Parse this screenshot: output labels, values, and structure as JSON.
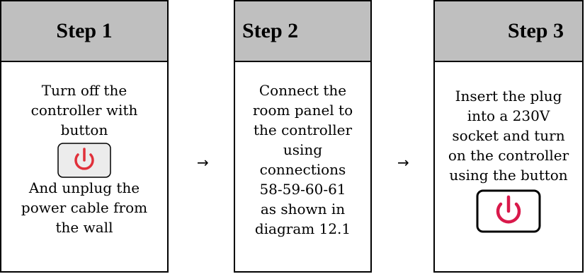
{
  "steps": [
    {
      "title": "Step 1",
      "lines_top": [
        "Turn off the",
        "controller with",
        "button"
      ],
      "lines_bottom": [
        "And unplug the",
        "power cable from",
        "the wall"
      ]
    },
    {
      "title": "Step 2",
      "lines": [
        "Connect the",
        "room panel to",
        "the controller",
        "using",
        "connections",
        "58-59-60-61",
        "as shown in",
        "diagram 12.1"
      ]
    },
    {
      "title": "Step 3",
      "lines": [
        "Insert the plug",
        "into a 230V",
        "socket and turn",
        "on the controller",
        "using the button"
      ]
    }
  ],
  "arrows": [
    "→",
    "→"
  ],
  "colors": {
    "header_bg": "#bfbfbf",
    "power_icon_red": "#e0303a",
    "power_icon_crimson": "#d9194b"
  },
  "icons": [
    "power-button-icon",
    "power-button-icon"
  ]
}
